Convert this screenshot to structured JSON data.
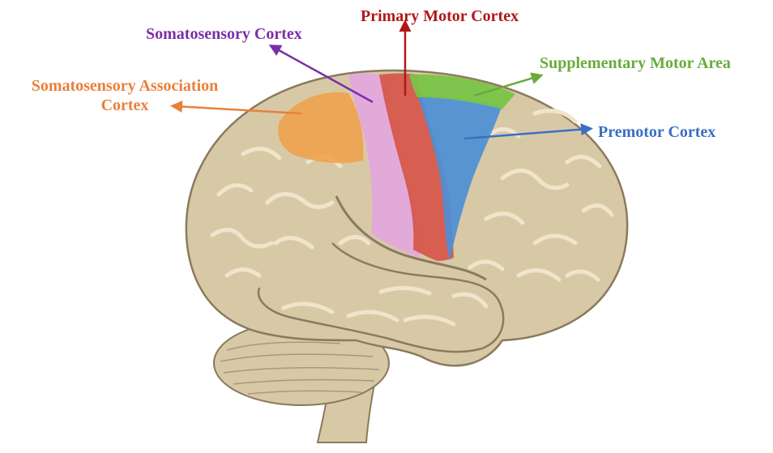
{
  "labels": {
    "primary_motor": "Primary Motor Cortex",
    "somatosensory": "Somatosensory Cortex",
    "supplementary_motor": "Supplementary Motor Area",
    "somato_association_line1": "Somatosensory Association",
    "somato_association_line2": "Cortex",
    "premotor": "Premotor Cortex"
  },
  "colors": {
    "primary_motor": "#b01818",
    "somatosensory": "#7a2fa6",
    "supplementary_motor": "#6aab3c",
    "somato_association": "#e8803a",
    "premotor": "#3a6fc4",
    "brain_fill": "#d8c9a6",
    "brain_outline": "#8a7a5e",
    "sulcus": "#efe4cc"
  }
}
